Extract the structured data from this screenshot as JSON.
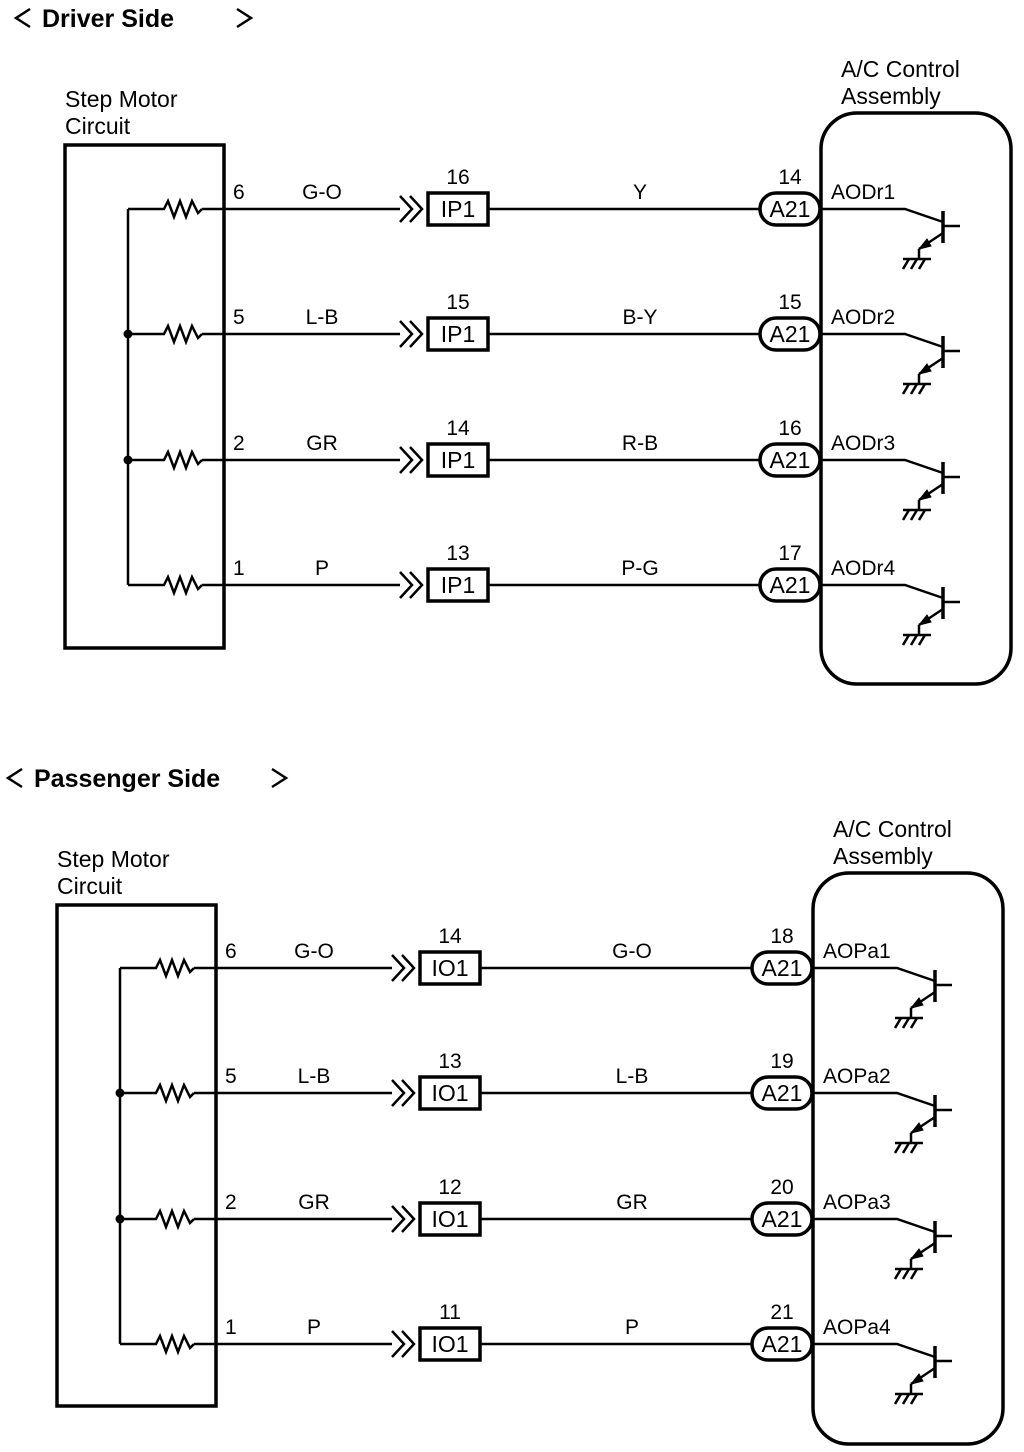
{
  "sections": [
    {
      "title": "Driver Side",
      "left_box_label": [
        "Step Motor",
        "Circuit"
      ],
      "right_box_label": [
        "A/C Control",
        "Assembly"
      ],
      "rows": [
        {
          "pin": "6",
          "wire1": "G-O",
          "conn_pin": "16",
          "conn": "IP1",
          "wire2": "Y",
          "ac_pin": "14",
          "ac_conn": "A21",
          "signal": "AODr1"
        },
        {
          "pin": "5",
          "wire1": "L-B",
          "conn_pin": "15",
          "conn": "IP1",
          "wire2": "B-Y",
          "ac_pin": "15",
          "ac_conn": "A21",
          "signal": "AODr2"
        },
        {
          "pin": "2",
          "wire1": "GR",
          "conn_pin": "14",
          "conn": "IP1",
          "wire2": "R-B",
          "ac_pin": "16",
          "ac_conn": "A21",
          "signal": "AODr3"
        },
        {
          "pin": "1",
          "wire1": "P",
          "conn_pin": "13",
          "conn": "IP1",
          "wire2": "P-G",
          "ac_pin": "17",
          "ac_conn": "A21",
          "signal": "AODr4"
        }
      ]
    },
    {
      "title": "Passenger Side",
      "left_box_label": [
        "Step Motor",
        "Circuit"
      ],
      "right_box_label": [
        "A/C Control",
        "Assembly"
      ],
      "rows": [
        {
          "pin": "6",
          "wire1": "G-O",
          "conn_pin": "14",
          "conn": "IO1",
          "wire2": "G-O",
          "ac_pin": "18",
          "ac_conn": "A21",
          "signal": "AOPa1"
        },
        {
          "pin": "5",
          "wire1": "L-B",
          "conn_pin": "13",
          "conn": "IO1",
          "wire2": "L-B",
          "ac_pin": "19",
          "ac_conn": "A21",
          "signal": "AOPa2"
        },
        {
          "pin": "2",
          "wire1": "GR",
          "conn_pin": "12",
          "conn": "IO1",
          "wire2": "GR",
          "ac_pin": "20",
          "ac_conn": "A21",
          "signal": "AOPa3"
        },
        {
          "pin": "1",
          "wire1": "P",
          "conn_pin": "11",
          "conn": "IO1",
          "wire2": "P",
          "ac_pin": "21",
          "ac_conn": "A21",
          "signal": "AOPa4"
        }
      ]
    }
  ]
}
